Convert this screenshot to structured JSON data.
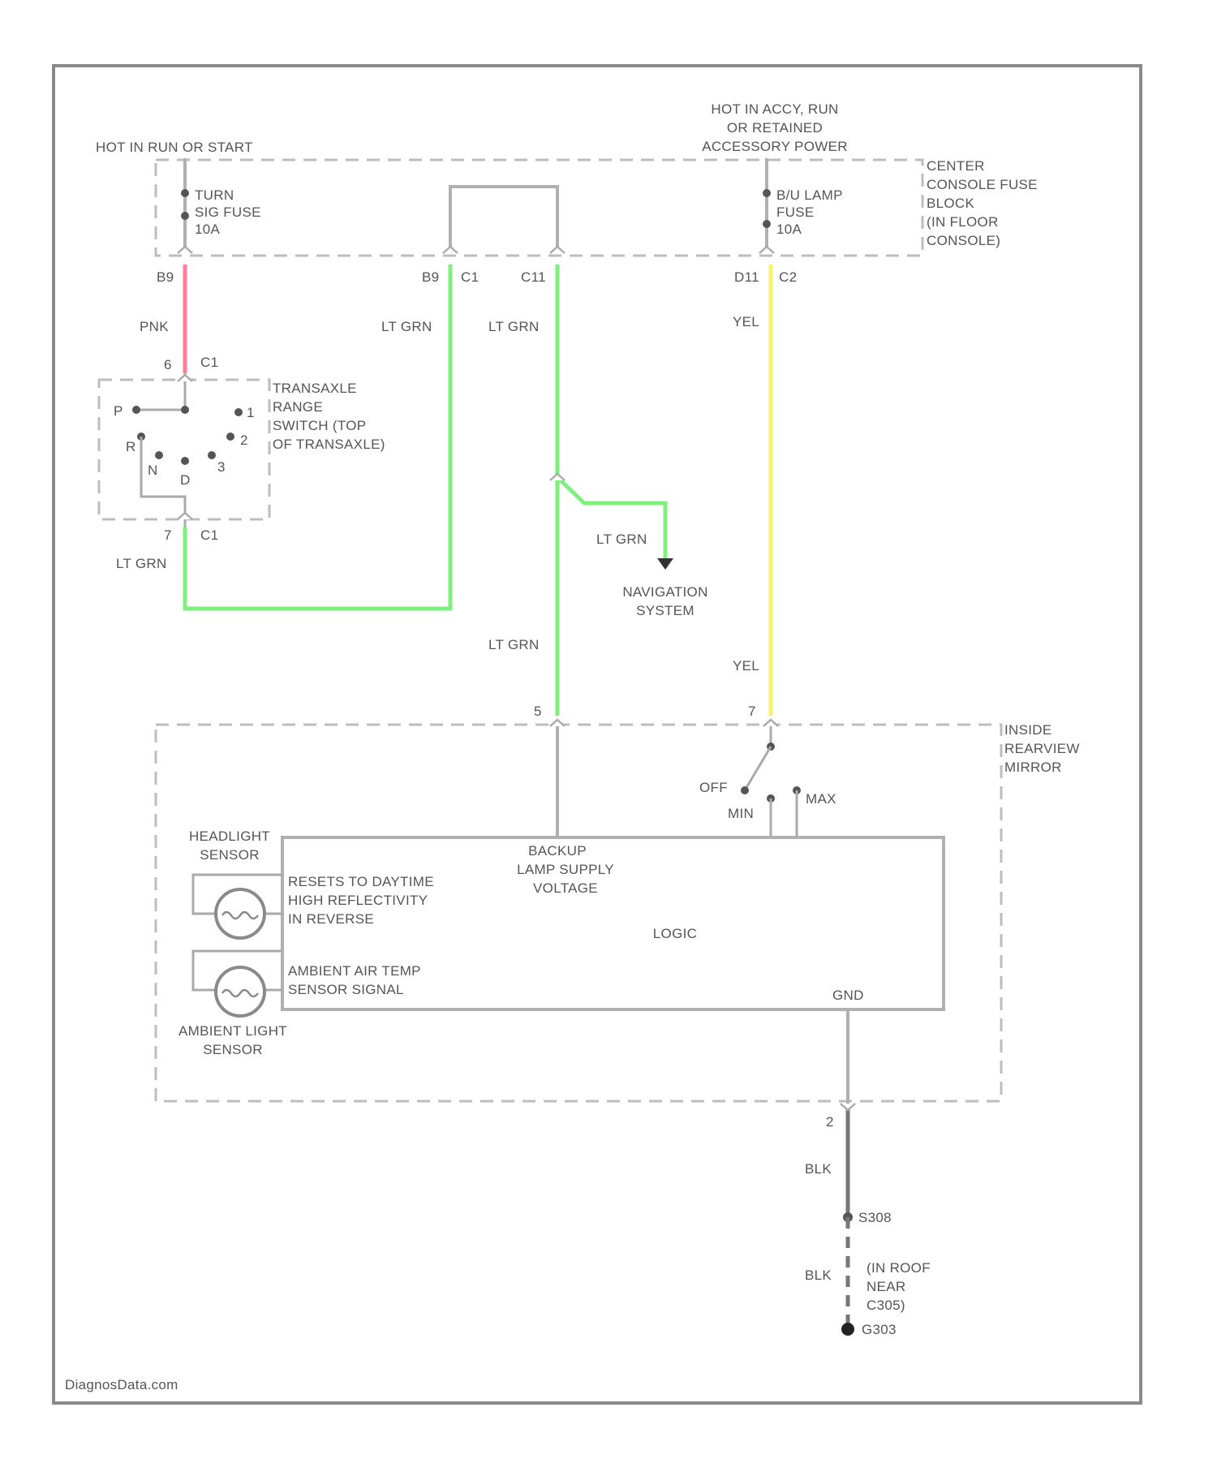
{
  "diagram": {
    "top_left_power": "HOT IN RUN OR START",
    "top_right_power": [
      "HOT IN ACCY, RUN",
      "OR RETAINED",
      "ACCESSORY POWER"
    ],
    "fuse_turn": [
      "TURN",
      "SIG FUSE",
      "10A"
    ],
    "fuse_bu": [
      "B/U LAMP",
      "FUSE",
      "10A"
    ],
    "fuse_block_label": [
      "CENTER",
      "CONSOLE FUSE",
      "BLOCK",
      "(IN FLOOR",
      "CONSOLE)"
    ],
    "pin_b9_left": "B9",
    "pin_b9_mid": "B9",
    "conn_c1": "C1",
    "pin_c11": "C11",
    "pin_d11": "D11",
    "conn_c2": "C2",
    "wire_pnk": "PNK",
    "wire_lt_grn_1": "LT GRN",
    "wire_lt_grn_2": "LT GRN",
    "wire_lt_grn_3": "LT GRN",
    "wire_lt_grn_4": "LT GRN",
    "wire_lt_grn_5": "LT GRN",
    "wire_yel_1": "YEL",
    "wire_yel_2": "YEL",
    "tr_pin_top": "6",
    "tr_conn_top": "C1",
    "tr_pin_bottom": "7",
    "tr_conn_bottom": "C1",
    "tr_label": [
      "TRANSAXLE",
      "RANGE",
      "SWITCH (TOP",
      "OF TRANSAXLE)"
    ],
    "tr_positions": {
      "p": "P",
      "r": "R",
      "n": "N",
      "d": "D",
      "one": "1",
      "two": "2",
      "three": "3"
    },
    "nav_label": [
      "NAVIGATION",
      "SYSTEM"
    ],
    "mirror_pin_5": "5",
    "mirror_pin_7": "7",
    "mirror_label": [
      "INSIDE",
      "REARVIEW",
      "MIRROR"
    ],
    "switch_off": "OFF",
    "switch_min": "MIN",
    "switch_max": "MAX",
    "backup_voltage": [
      "BACKUP",
      "LAMP SUPPLY",
      "VOLTAGE"
    ],
    "headlight_sensor": [
      "HEADLIGHT",
      "SENSOR"
    ],
    "resets_text": [
      "RESETS TO DAYTIME",
      "HIGH REFLECTIVITY",
      "IN REVERSE"
    ],
    "ambient_air_text": [
      "AMBIENT AIR TEMP",
      "SENSOR SIGNAL"
    ],
    "ambient_light_sensor": [
      "AMBIENT LIGHT",
      "SENSOR"
    ],
    "logic_label": "LOGIC",
    "gnd_label": "GND",
    "mirror_pin_2": "2",
    "wire_blk_1": "BLK",
    "wire_blk_2": "BLK",
    "splice": "S308",
    "ground_location": [
      "(IN ROOF",
      "NEAR",
      "C305)"
    ],
    "ground": "G303",
    "watermark": "DiagnosData.com",
    "colors": {
      "pnk": "#ff7f9a",
      "lt_grn": "#7df07d",
      "yel": "#f4f46e",
      "frame": "#8a8a8a",
      "wire_gray": "#b0b0b0"
    }
  }
}
